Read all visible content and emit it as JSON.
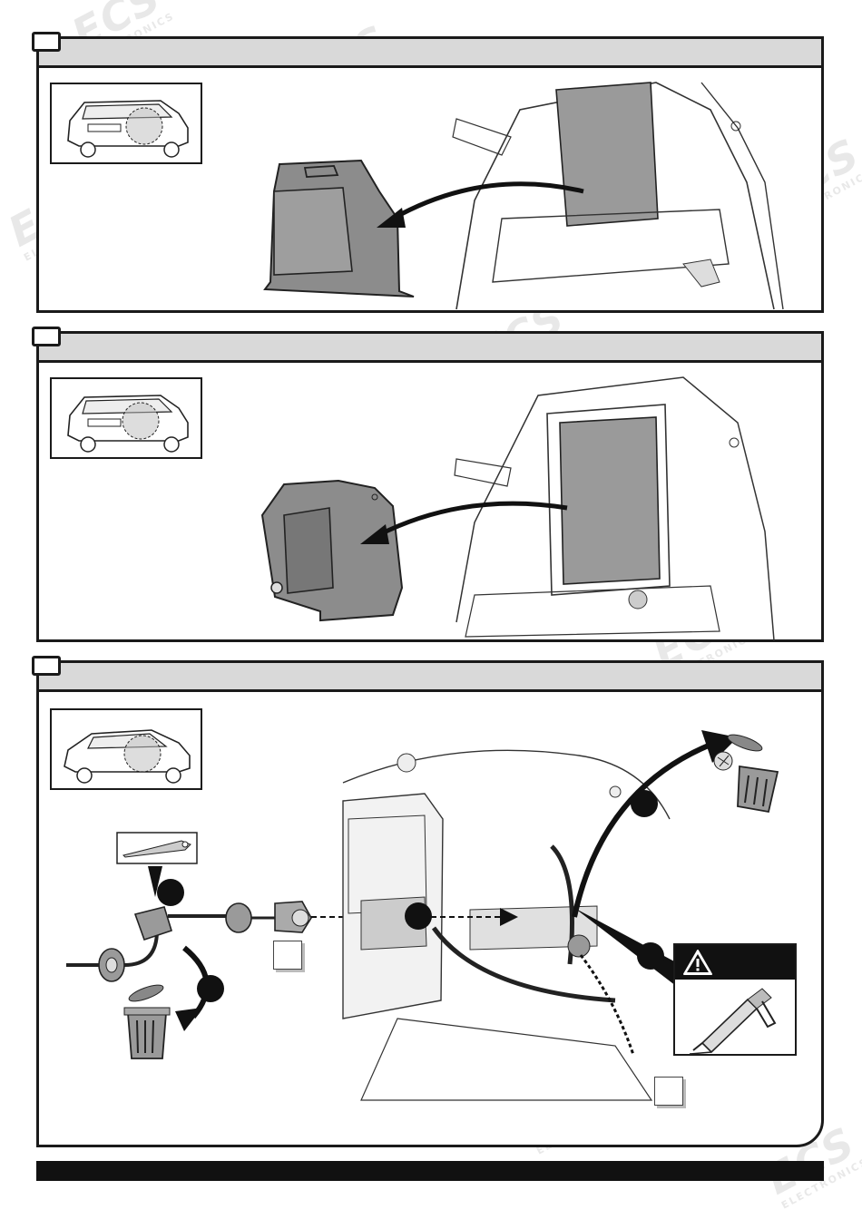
{
  "watermark": {
    "brand": "ECS",
    "sub": "ELECTRONICS"
  },
  "icons": {
    "step_badge": "numbered-callout",
    "bin": "trash-bin-icon",
    "warning": "warning-triangle-icon",
    "sealant": "sealant-gun-icon",
    "knife": "trim-knife-icon"
  },
  "colors": {
    "frame": "#1a1a1a",
    "header": "#d9d9d9",
    "part_fill": "#8c8c8c",
    "line": "#333333"
  }
}
